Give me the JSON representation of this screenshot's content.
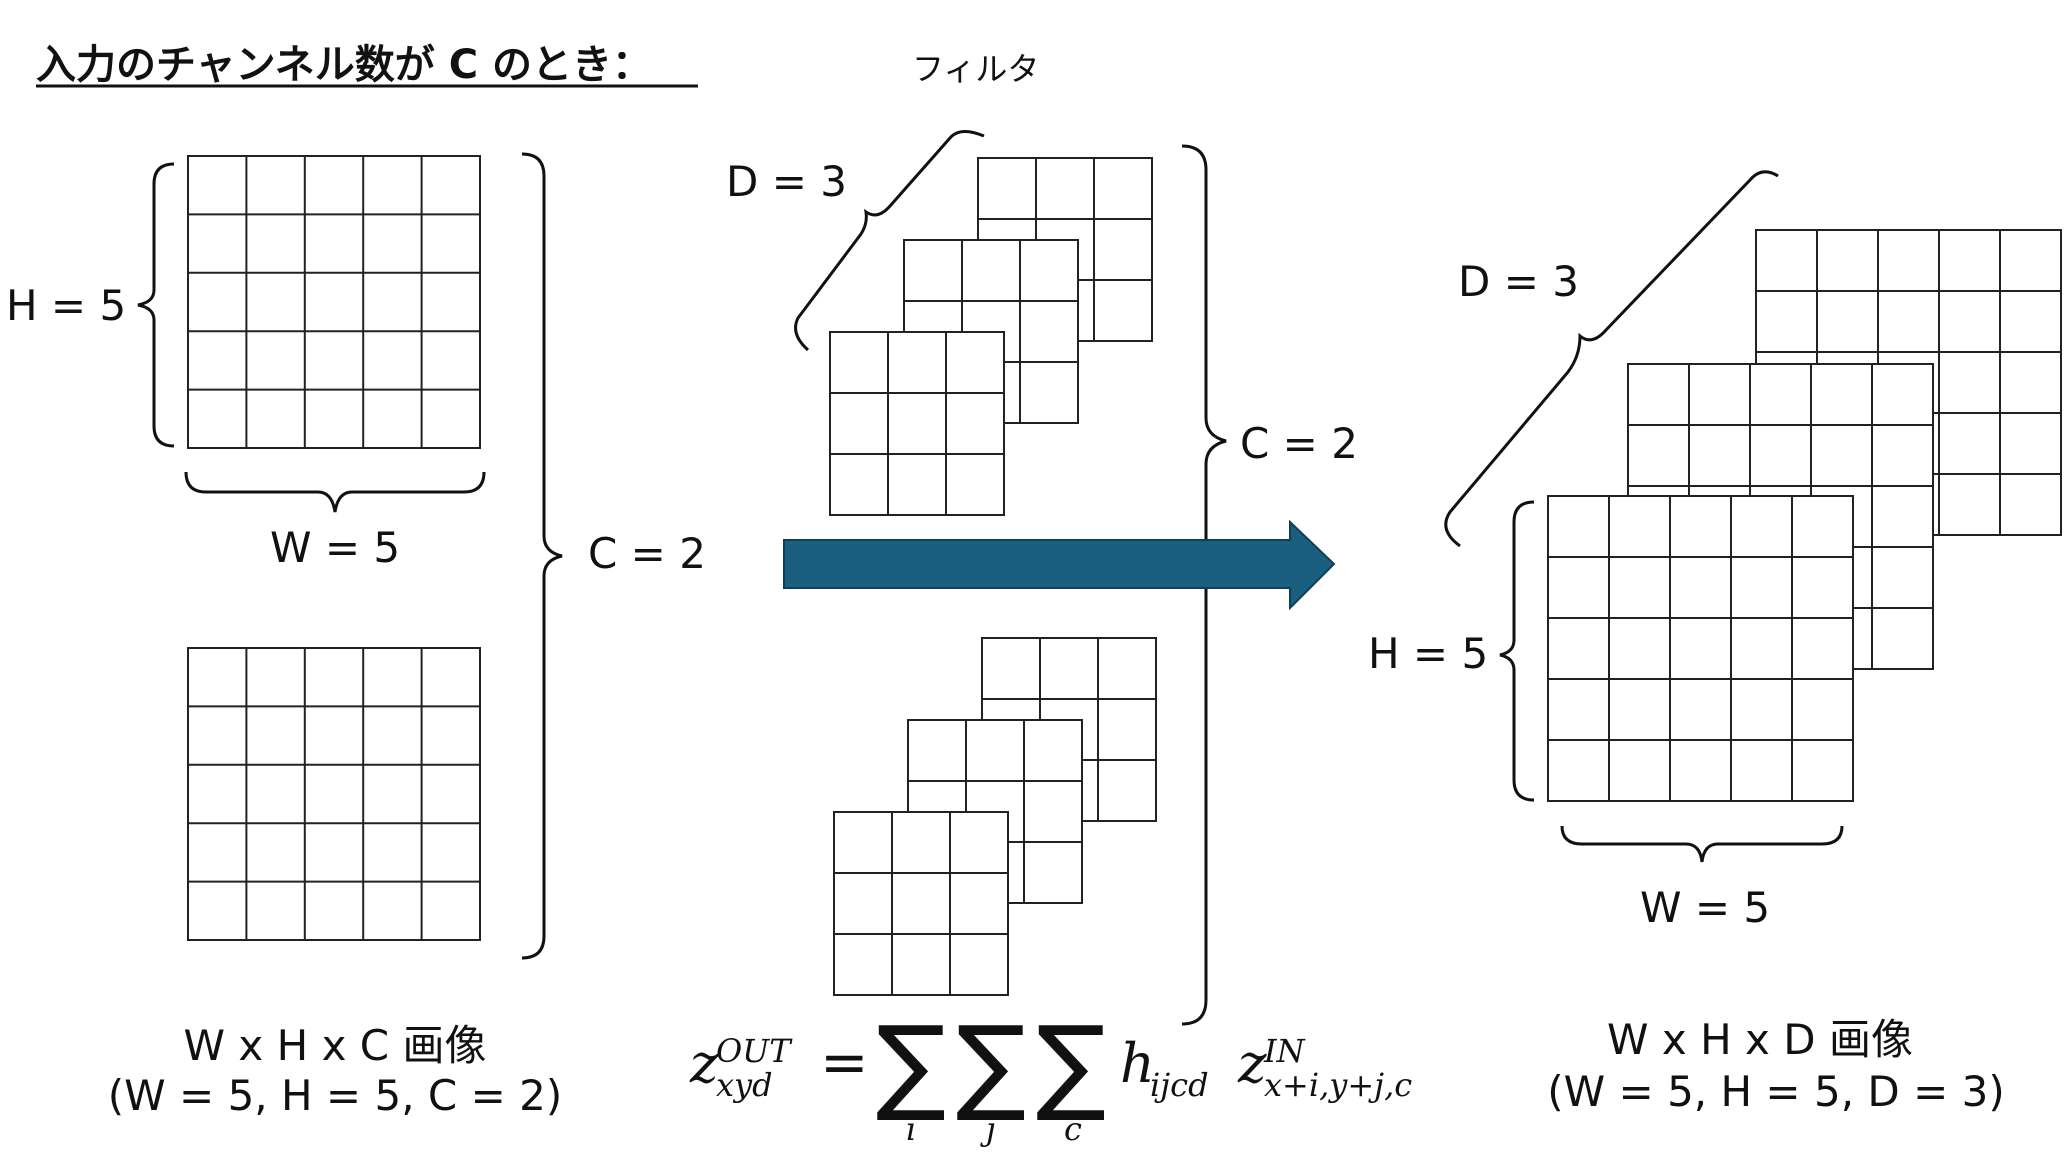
{
  "title": "入力のチャンネル数が C のとき：",
  "filter_label": "フィルタ",
  "input": {
    "height_label": "H = 5",
    "width_label": "W = 5",
    "channel_label": "C = 2",
    "caption_line1": "W x H x C 画像",
    "caption_line2": "(W = 5, H = 5, C = 2)"
  },
  "filters": {
    "depth_label": "D = 3",
    "channel_label": "C = 2"
  },
  "output": {
    "depth_label": "D = 3",
    "height_label": "H = 5",
    "width_label": "W = 5",
    "caption_line1": "W x H x D 画像",
    "caption_line2": "(W = 5, H = 5, D = 3)"
  },
  "formula": {
    "lhs_base": "z",
    "lhs_sup": "OUT",
    "lhs_sub": "xyd",
    "equals": "=",
    "sum_symbol": "∑",
    "sum_indices": [
      "i",
      "j",
      "c"
    ],
    "kernel_base": "h",
    "kernel_sub": "ijcd",
    "rhs_base": "z",
    "rhs_sup": "IN",
    "rhs_sub": "x+i,y+j,c"
  },
  "colors": {
    "arrow": "#1b5f80",
    "grid_stroke": "#222222"
  }
}
